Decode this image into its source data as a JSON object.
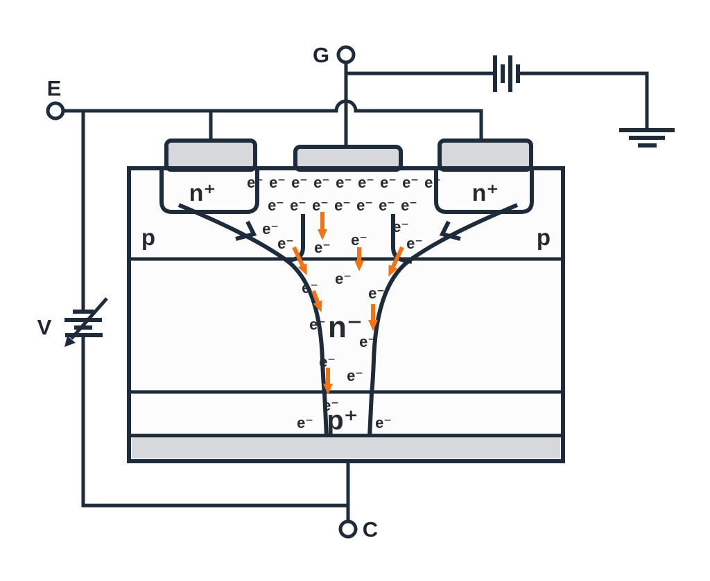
{
  "terminals": {
    "gate": "G",
    "emitter": "E",
    "collector": "C",
    "voltage_source": "V"
  },
  "regions": {
    "n_plus_left": "n⁺",
    "n_plus_right": "n⁺",
    "p_left": "p",
    "p_right": "p",
    "n_drift": "n⁻",
    "p_plus": "p⁺"
  },
  "labels": {
    "electron": "e⁻"
  },
  "colors": {
    "line": "#1e2b3a",
    "arrow_orange": "#ef7418",
    "electrode_fill": "#d6d8db",
    "body_fill": "#fcfcfd",
    "text": "#262a31"
  }
}
